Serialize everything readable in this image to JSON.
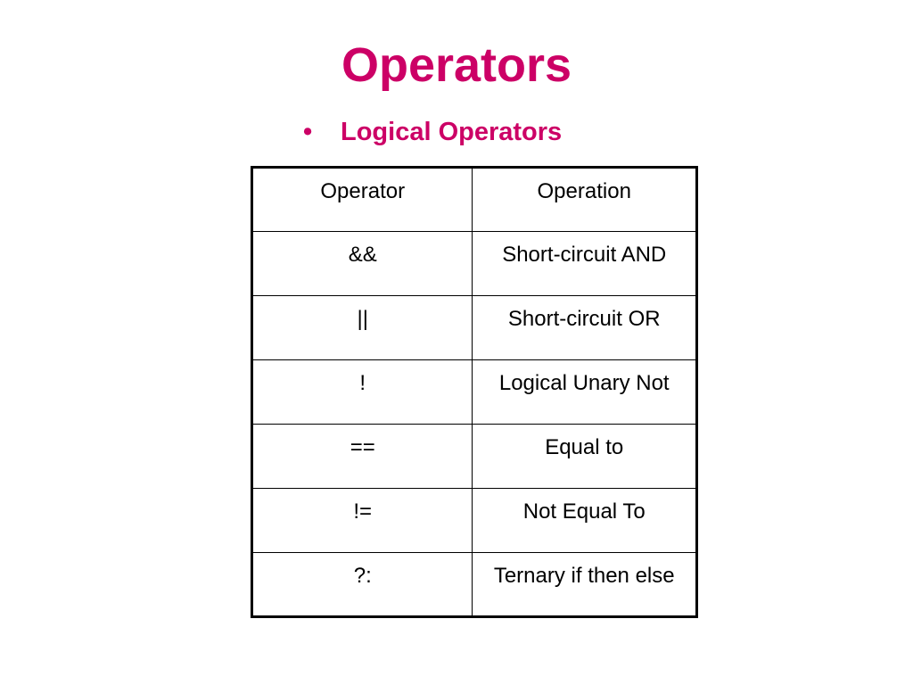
{
  "colors": {
    "accent": "#cc0066",
    "text": "#000000",
    "background": "#ffffff"
  },
  "slide": {
    "title": "Operators",
    "bullet": {
      "symbol": "•",
      "text": "Logical Operators"
    }
  },
  "table": {
    "headers": [
      "Operator",
      "Operation"
    ],
    "rows": [
      [
        "&&",
        "Short-circuit AND"
      ],
      [
        "||",
        "Short-circuit OR"
      ],
      [
        "!",
        "Logical Unary Not"
      ],
      [
        "==",
        "Equal to"
      ],
      [
        "!=",
        "Not Equal To"
      ],
      [
        "?:",
        "Ternary if then else"
      ]
    ]
  }
}
